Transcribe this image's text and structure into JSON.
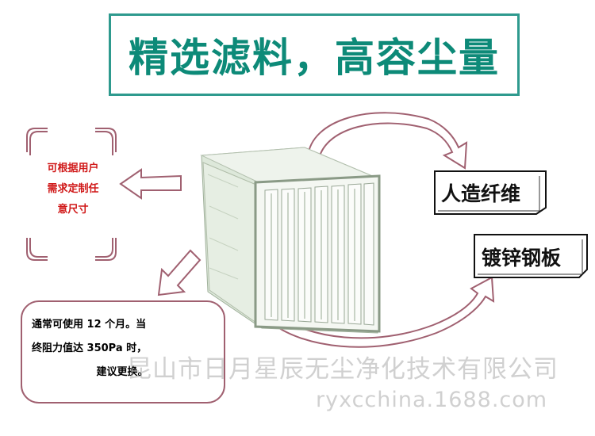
{
  "title": "精选滤料，高容尘量",
  "left_note": {
    "lines": [
      "可根据用户",
      "需求定制任",
      "意尺寸"
    ]
  },
  "bottom_note": {
    "lines": [
      "通常可使用 12 个月。当",
      "终阻力值达 350Pa 时，",
      "建议更换。"
    ]
  },
  "tags": {
    "material": "人造纤维",
    "frame": "镀锌钢板"
  },
  "watermark": {
    "company": "昆山市日月星辰无尘净化技术有限公司",
    "site": "ryxcchina.1688.com"
  },
  "colors": {
    "title_border": "#2e9a8e",
    "title_text": "#0d8a78",
    "note_red": "#d01818",
    "outline": "#a06070"
  }
}
